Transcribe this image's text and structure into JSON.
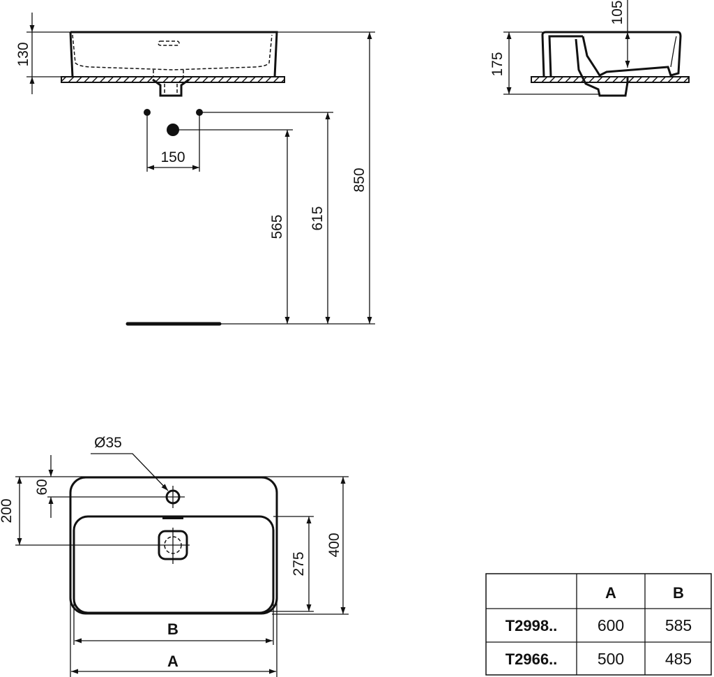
{
  "front_view": {
    "height_label": "130",
    "tap_spacing_label": "150",
    "waste_height_label": "565",
    "supply_height_label": "615",
    "rim_height_label": "850"
  },
  "side_view": {
    "bowl_depth_label": "105",
    "overall_height_label": "175"
  },
  "plan_view": {
    "tap_hole_label": "Ø35",
    "tap_hole_offset_label": "60",
    "waste_offset_label": "200",
    "bowl_depth_label": "275",
    "overall_depth_label": "400",
    "inner_width_label": "B",
    "outer_width_label": "A"
  },
  "table": {
    "headers": [
      "",
      "A",
      "B"
    ],
    "rows": [
      [
        "T2998..",
        "600",
        "585"
      ],
      [
        "T2966..",
        "500",
        "485"
      ]
    ]
  }
}
